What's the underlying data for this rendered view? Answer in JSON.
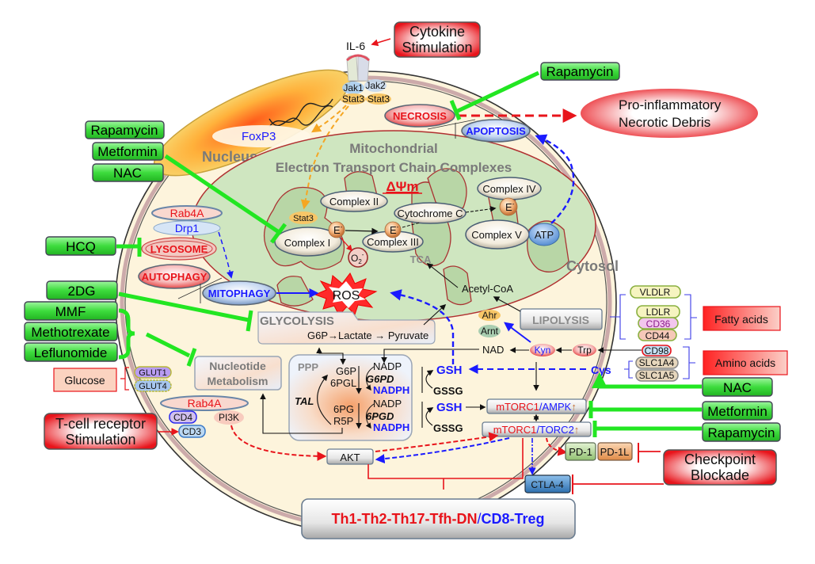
{
  "title": "Metabolic pathways and drug targets in T-cell activation",
  "colors": {
    "drug_green": "#3ddc3d",
    "inhibition_green": "#22e622",
    "stimulus_red": "#e8141b",
    "pathway_blue": "#1a1aff",
    "label_gray": "#7a7a7a",
    "cytosol_fill": "#fdf4dc",
    "mitochondria_fill": "#cfe6c0"
  },
  "stimuli": {
    "cytokine": {
      "line1": "Cytokine",
      "line2": "Stimulation",
      "icon": "red-box"
    },
    "tcr": {
      "line1": "T-cell receptor",
      "line2": "Stimulation"
    },
    "checkpoint": {
      "line1": "Checkpoint",
      "line2": "Blockade"
    },
    "glucose": "Glucose",
    "fatty_acids": "Fatty acids",
    "amino_acids": "Amino acids",
    "pro_inflammatory": {
      "line1": "Pro-inflammatory",
      "line2": "Necrotic Debris"
    }
  },
  "drugs": {
    "rapamycin_top_right": "Rapamycin",
    "left_group": [
      "Rapamycin",
      "Metformin",
      "NAC"
    ],
    "hcq": "HCQ",
    "dg2": "2DG",
    "immuno_group": [
      "MMF",
      "Methotrexate",
      "Leflunomide"
    ],
    "right_group": [
      "NAC",
      "Metformin",
      "Rapamycin"
    ]
  },
  "receptor": {
    "ligand": "IL-6",
    "jak1": "Jak1",
    "jak2": "Jak2",
    "stat3_a": "Stat3",
    "stat3_b": "Stat3"
  },
  "nucleus": {
    "label": "Nucleus",
    "gene": "FoxP3"
  },
  "cell_death": {
    "necrosis": "NECROSIS",
    "apoptosis": "APOPTOSIS"
  },
  "mitochondria": {
    "title_line1": "Mitochondrial",
    "title_line2": "Electron Transport Chain Complexes",
    "potential": "ΔΨm",
    "stat3": "Stat3",
    "complex1": "Complex I",
    "complex2": "Complex II",
    "complex3": "Complex III",
    "complex4": "Complex IV",
    "complex5": "Complex V",
    "cytochrome_c": "Cytochrome C",
    "electron": "E",
    "electron_sup": "-",
    "superoxide": "O",
    "superoxide_sub": "2",
    "superoxide_sup": "-",
    "atp": "ATP",
    "tca": "TCA",
    "ros": "ROS"
  },
  "cytosol_label": "Cytosol",
  "autophagy": {
    "rab4a": "Rab4A",
    "drp1": "Drp1",
    "lysosome": "LYSOSOME",
    "autophagy": "AUTOPHAGY",
    "mitophagy": "MITOPHAGY"
  },
  "metabolism": {
    "glycolysis": "GLYCOLYSIS",
    "glycolysis_path": "G6P→Lactate → Pyruvate",
    "acetyl_coa": "Acetyl-CoA",
    "lipolysis": "LIPOLYSIS",
    "nucleotide_line1": "Nucleotide",
    "nucleotide_line2": "Metabolism",
    "ahr": "Ahr",
    "arnt": "Arnt",
    "nad": "NAD",
    "kyn": "Kyn",
    "trp": "Trp",
    "cys": "Cys"
  },
  "ppp": {
    "label": "PPP",
    "tal": "TAL",
    "g6p": "G6P",
    "6pgl": "6PGL",
    "6pg": "6PG",
    "r5p": "R5P",
    "nadp1": "NADP",
    "g6pd": "G6PD",
    "nadph1": "NADPH",
    "nadp2": "NADP",
    "6pgd": "6PGD",
    "nadph2": "NADPH"
  },
  "glutathione": {
    "gsh1": "GSH",
    "gssg1": "GSSG",
    "gsh2": "GSH",
    "gssg2": "GSSG"
  },
  "signaling": {
    "mtorc1_ampk": {
      "a": "mTORC1",
      "sep": "/",
      "b": "AMPK",
      "arrow": "↑"
    },
    "mtorc1_torc2": {
      "a": "mTORC1",
      "sep": "/",
      "b": "TORC2",
      "arrow": "↑"
    },
    "akt": "AKT",
    "pi3k": "PI3K",
    "rab4a_membrane": "Rab4A",
    "pd1": "PD-1",
    "pd1l": "PD-1L",
    "ctla4": "CTLA-4"
  },
  "membrane_proteins": {
    "glut1": "GLUT1",
    "glut4": "GLUT4",
    "cd4": "CD4",
    "cd3": "CD3",
    "vldlr": "VLDLR",
    "ldlr": "LDLR",
    "cd36": "CD36",
    "cd44": "CD44",
    "cd98": "CD98",
    "slc1a4": "SLC1A4",
    "slc1a5": "SLC1A5"
  },
  "outcome": {
    "red_part": "Th1-Th2-Th17-Tfh-DN",
    "separator": "/",
    "blue_part": "CD8-Treg"
  }
}
